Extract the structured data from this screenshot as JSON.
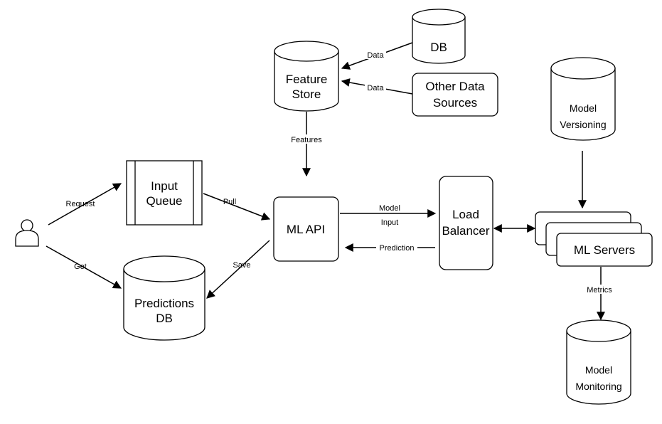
{
  "nodes": {
    "user": {
      "icon": "user-icon"
    },
    "input_queue": {
      "line1": "Input",
      "line2": "Queue"
    },
    "feature_store": {
      "line1": "Feature",
      "line2": "Store"
    },
    "db": {
      "label": "DB"
    },
    "other_sources": {
      "line1": "Other Data",
      "line2": "Sources"
    },
    "ml_api": {
      "label": "ML API"
    },
    "predictions_db": {
      "line1": "Predictions",
      "line2": "DB"
    },
    "load_balancer": {
      "line1": "Load",
      "line2": "Balancer"
    },
    "model_versioning": {
      "line1": "Model",
      "line2": "Versioning"
    },
    "ml_servers": {
      "label": "ML Servers"
    },
    "model_monitoring": {
      "line1": "Model",
      "line2": "Monitoring"
    }
  },
  "edges": {
    "request": "Request",
    "get": "Get",
    "pull": "Pull",
    "save": "Save",
    "data_db": "Data",
    "data_other": "Data",
    "features": "Features",
    "model_input_1": "Model",
    "model_input_2": "Input",
    "prediction": "Prediction",
    "metrics": "Metrics"
  }
}
